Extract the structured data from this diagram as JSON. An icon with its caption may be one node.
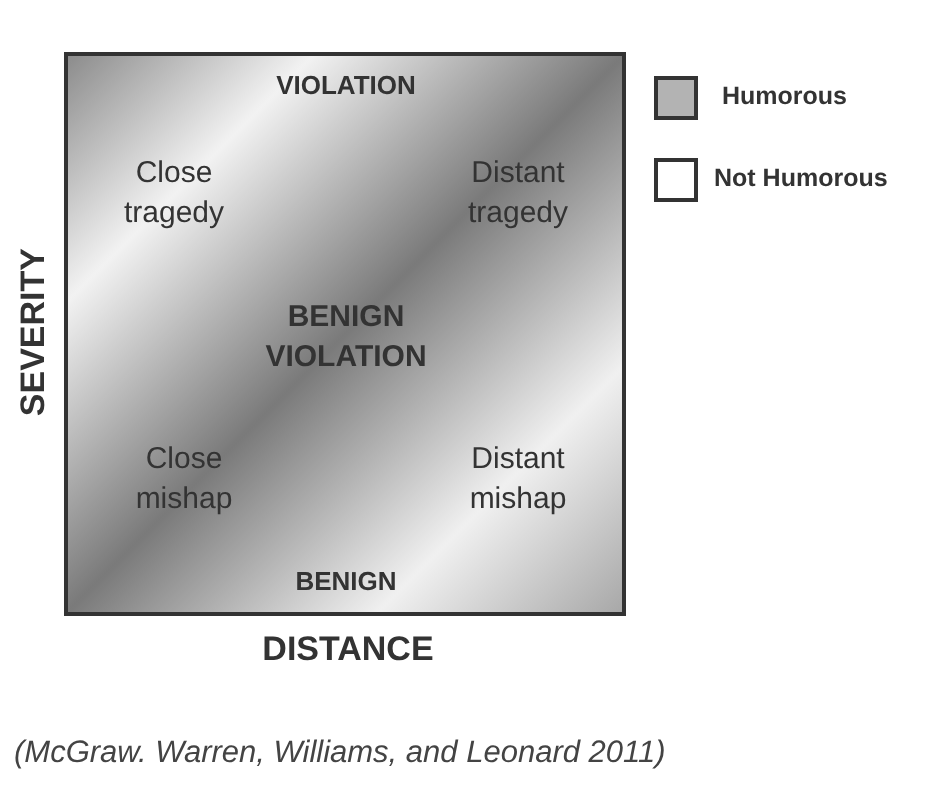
{
  "diagram": {
    "caption": "(McGraw. Warren, Williams, and Leonard 2011)",
    "nodes": [
      {
        "text": [
          "VIOLATION",
          "Close tragedy",
          "Distant tragedy",
          "BENIGN VIOLATION",
          "Close mishap",
          "Distant mishap",
          "BENIGN"
        ],
        "beside": [
          "SEVERITY",
          "DISTANCE"
        ]
      }
    ],
    "legend": [
      {
        "text": "Humorous",
        "color": "#b3b3b3"
      },
      {
        "text": "Not Humorous",
        "color": "#ffffff"
      }
    ]
  }
}
